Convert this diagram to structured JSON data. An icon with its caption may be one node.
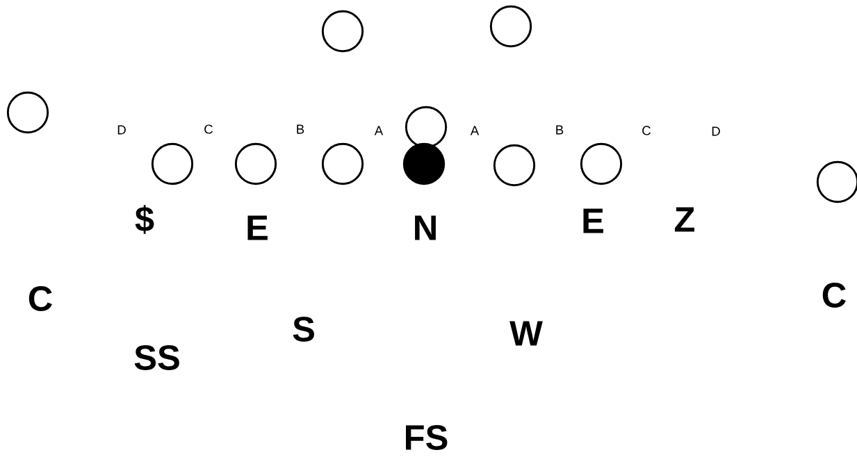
{
  "diagram": {
    "nodes": [
      {
        "text": [],
        "shape": "circle"
      },
      {
        "text": [],
        "shape": "circle"
      },
      {
        "text": [],
        "shape": "circle"
      },
      {
        "text": [],
        "shape": "circle"
      },
      {
        "text": [],
        "shape": "circle"
      },
      {
        "text": [],
        "shape": "circle"
      },
      {
        "text": [],
        "shape": "dot"
      },
      {
        "text": [],
        "shape": "circle"
      },
      {
        "text": [],
        "shape": "circle"
      },
      {
        "text": [],
        "shape": "circle"
      },
      {
        "text": [],
        "shape": "circle"
      }
    ],
    "labels": [
      "D",
      "C",
      "B",
      "A",
      "A",
      "B",
      "C",
      "D",
      "$",
      "E",
      "N",
      "E",
      "Z",
      "C",
      "C",
      "S",
      "W",
      "SS",
      "FS"
    ]
  }
}
